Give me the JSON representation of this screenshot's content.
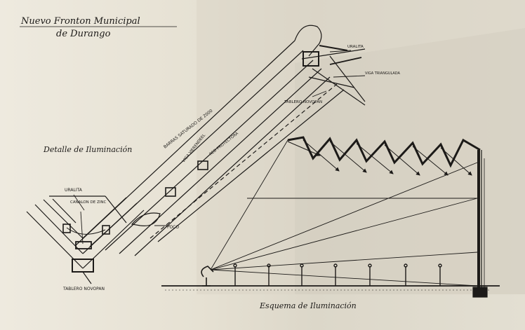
{
  "title": {
    "line1": "Nuevo Fronton Municipal",
    "line2": "de Durango"
  },
  "detail_caption": "Detalle de Iluminación",
  "scheme_caption": "Esquema de Iluminación",
  "labels": {
    "uralita_top": "URALITA",
    "viga_triangulada": "VIGA TRIANGULADA",
    "tablero_novopan_top": "TABLERO NOVOPAN",
    "barras_saturado": "BARRAS SATURADO DE 2000",
    "viga_vierendeel": "VIGA VIERENDEEL",
    "red_protectora": "RED PROTECTORA",
    "uralita_left": "URALITA",
    "canalon_zinc": "CANALON DE ZINC",
    "foco": "FOCO",
    "tablero_novopan_bottom": "TABLERO NOVOPAN"
  },
  "colors": {
    "ink": "#1c1a18",
    "paper": "#e9e4d6"
  }
}
